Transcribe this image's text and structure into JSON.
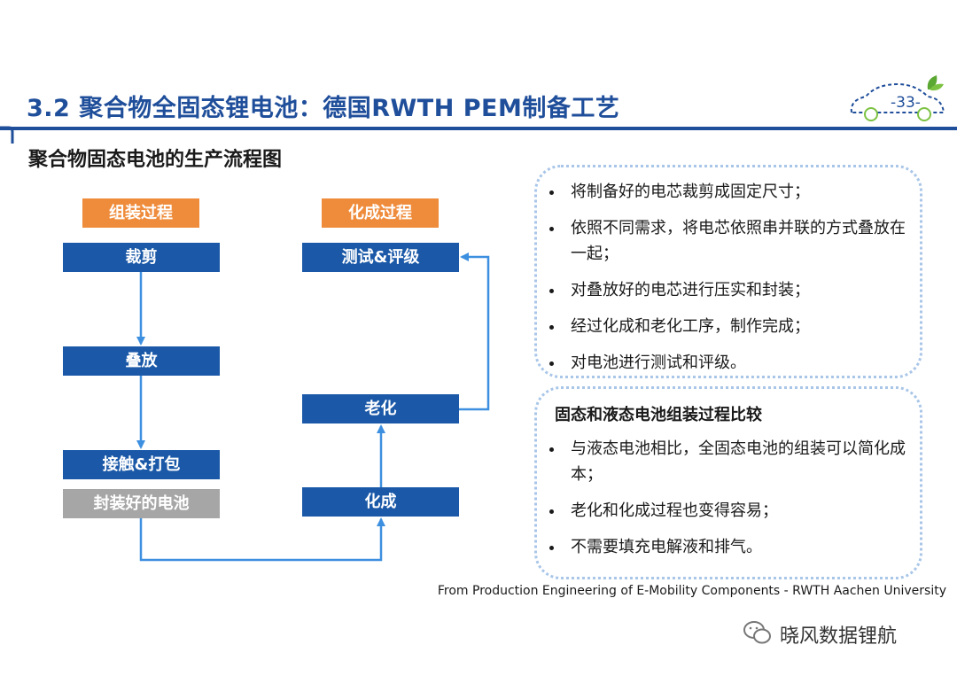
{
  "header": {
    "title": "3.2 聚合物全固态锂电池：德国RWTH PEM制备工艺",
    "page_number": "-33-",
    "subtitle": "聚合物固态电池的生产流程图"
  },
  "flowchart": {
    "assembly_label": "组装过程",
    "formation_label": "化成过程",
    "steps": {
      "cut": "裁剪",
      "stack": "叠放",
      "contact_pack": "接触&打包",
      "sealed_cell": "封装好的电池",
      "formation": "化成",
      "aging": "老化",
      "test_grade": "测试&评级"
    }
  },
  "process_notes": {
    "items": [
      "将制备好的电芯裁剪成固定尺寸；",
      "依照不同需求，将电芯依照串并联的方式叠放在一起；",
      "对叠放好的电芯进行压实和封装；",
      "经过化成和老化工序，制作完成；",
      "对电池进行测试和评级。"
    ]
  },
  "comparison": {
    "title": "固态和液态电池组装过程比较",
    "items": [
      "与液态电池相比，全固态电池的组装可以简化成本；",
      "老化和化成过程也变得容易；",
      "不需要填充电解液和排气。"
    ]
  },
  "footer": {
    "source": "From Production Engineering of E-Mobility Components - RWTH Aachen University",
    "brand": "晓风数据锂航"
  },
  "colors": {
    "title_blue": "#1f4e9a",
    "box_blue": "#1b59a8",
    "label_orange": "#ef8c3c",
    "sealed_gray": "#a6a6a6",
    "arrow_blue": "#3d8fe0",
    "panel_border": "#a9c6e8"
  }
}
